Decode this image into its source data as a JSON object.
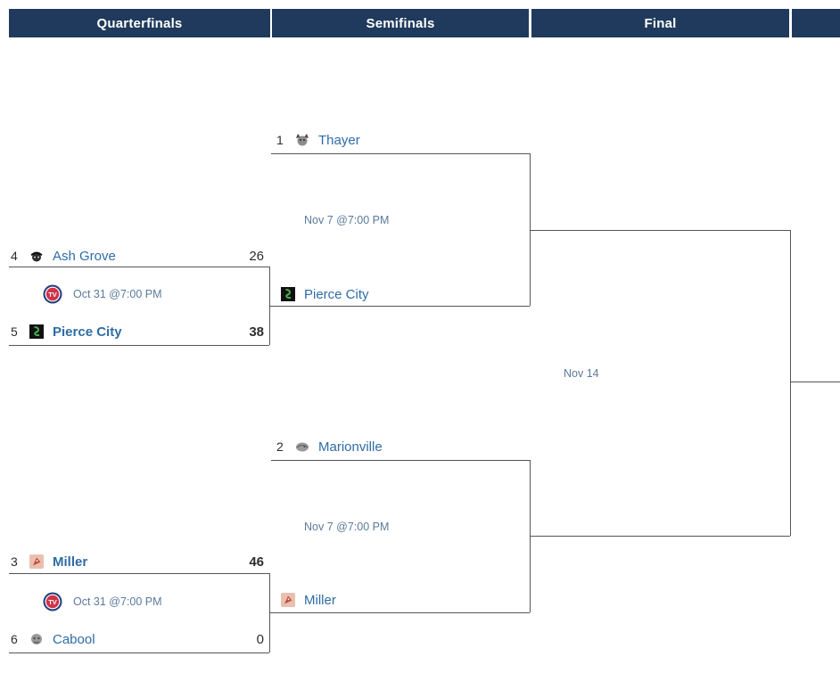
{
  "columns": [
    {
      "label": "Quarterfinals"
    },
    {
      "label": "Semifinals"
    },
    {
      "label": "Final"
    },
    {
      "label": ""
    }
  ],
  "colors": {
    "header_bg": "#1f3a5c",
    "header_text": "#ffffff",
    "bracket_line": "#555555",
    "team_link": "#2e6ca6",
    "seed_score_text": "#2d2d2d",
    "datetime_text": "#5a7a9a",
    "tv_ring": "#263f7e",
    "tv_center": "#cf3347"
  },
  "logos": {
    "thayer": {
      "primary": "#8c8c8c",
      "secondary": "#4a4a4a"
    },
    "ash_grove": {
      "primary": "#2e2e2e",
      "secondary": "#111111"
    },
    "pierce_city": {
      "primary": "#111111",
      "accent": "#4caf50"
    },
    "marionville": {
      "primary": "#9a9a9a",
      "secondary": "#6f6f6f"
    },
    "miller": {
      "primary": "#e9c0b0",
      "accent": "#c34b3f"
    },
    "cabool": {
      "primary": "#9a9a9a",
      "secondary": "#555555"
    }
  },
  "bracket": {
    "quarterfinals": [
      {
        "datetime": "Oct 31 @7:00 PM",
        "tv_icon": "tv-broadcast-icon",
        "teams": [
          {
            "seed": "4",
            "name": "Ash Grove",
            "score": "26"
          },
          {
            "seed": "5",
            "name": "Pierce City",
            "score": "38"
          }
        ]
      },
      {
        "datetime": "Oct 31 @7:00 PM",
        "tv_icon": "tv-broadcast-icon",
        "teams": [
          {
            "seed": "3",
            "name": "Miller",
            "score": "46"
          },
          {
            "seed": "6",
            "name": "Cabool",
            "score": "0"
          }
        ]
      }
    ],
    "semifinals": [
      {
        "datetime": "Nov 7 @7:00 PM",
        "teams": [
          {
            "seed": "1",
            "name": "Thayer"
          },
          {
            "seed": "",
            "name": "Pierce City"
          }
        ]
      },
      {
        "datetime": "Nov 7 @7:00 PM",
        "teams": [
          {
            "seed": "2",
            "name": "Marionville"
          },
          {
            "seed": "",
            "name": "Miller"
          }
        ]
      }
    ],
    "final": {
      "datetime": "Nov 14"
    }
  }
}
